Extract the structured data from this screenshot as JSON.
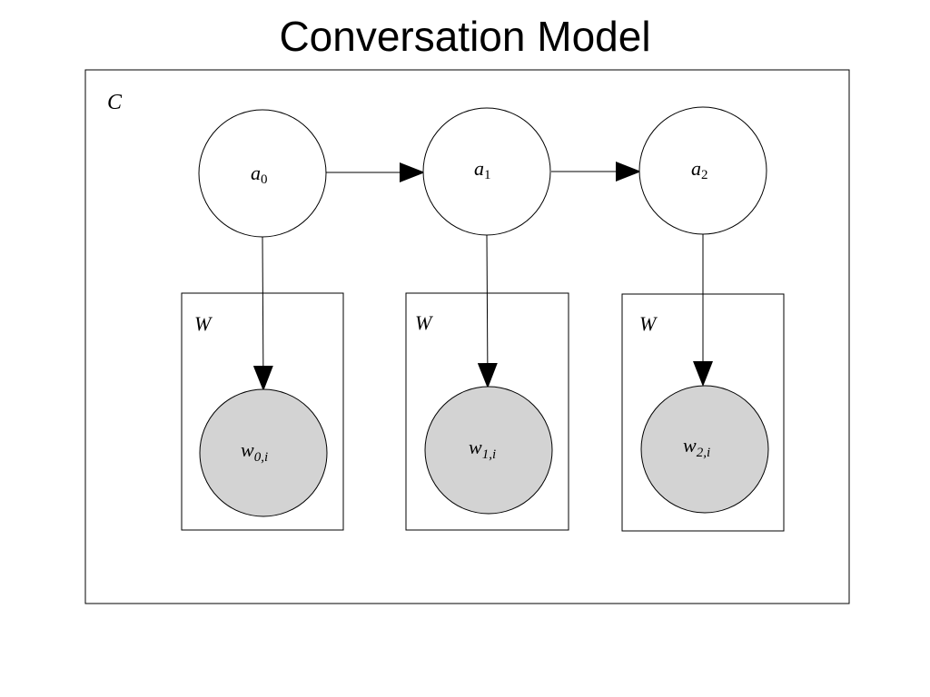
{
  "slide": {
    "title": "Conversation Model"
  },
  "diagram": {
    "plates": {
      "outer_label": "C",
      "inner_label": "W"
    },
    "latent_nodes": [
      {
        "base": "a",
        "sub": "0"
      },
      {
        "base": "a",
        "sub": "1"
      },
      {
        "base": "a",
        "sub": "2"
      }
    ],
    "observed_nodes": [
      {
        "base": "w",
        "sub": "0,i"
      },
      {
        "base": "w",
        "sub": "1,i"
      },
      {
        "base": "w",
        "sub": "2,i"
      }
    ],
    "colors": {
      "observed_fill": "#d3d3d3",
      "latent_fill": "#ffffff",
      "stroke": "#000000"
    }
  }
}
